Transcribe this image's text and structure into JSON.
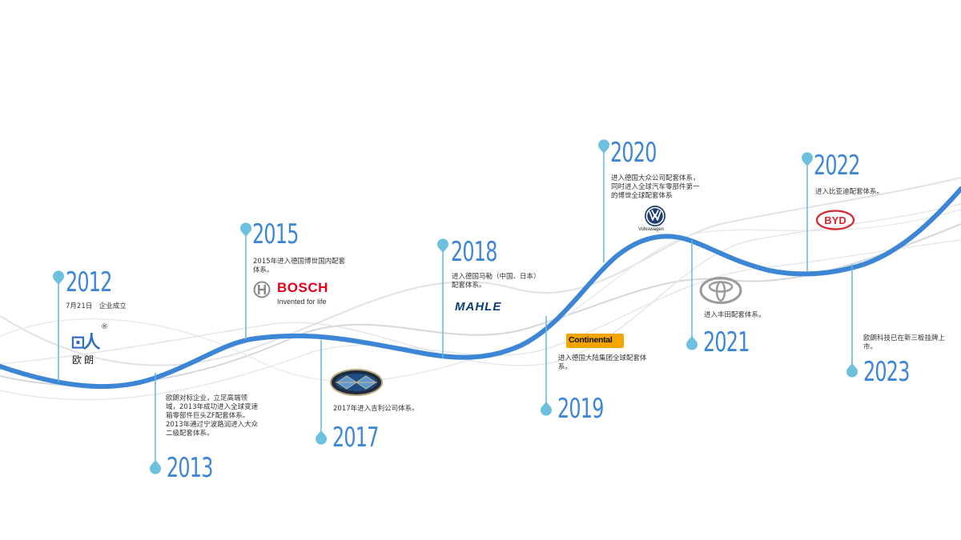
{
  "colors": {
    "timeline_blue": "#3d86d6",
    "stem_blue": "#67b6d8",
    "pin_blue": "#6ec0df",
    "wave_gray": "#d4d8dc",
    "year_blue": "#3d86d6",
    "text": "#333333"
  },
  "milestones": [
    {
      "year": "2012",
      "text": "7月21日　企业成立",
      "logo": "oulang-logo"
    },
    {
      "year": "2013",
      "text": "欧朗对标企业，立足高端领域，2013年成功进入全球变速箱零部件巨头ZF配套体系。2013年通过宁波路润进入大众二级配套体系。"
    },
    {
      "year": "2015",
      "text": "2015年进入德国博世国内配套体系。",
      "logo": "bosch-logo"
    },
    {
      "year": "2017",
      "text": "2017年进入吉利公司体系。",
      "logo": "geely-logo"
    },
    {
      "year": "2018",
      "text": "进入德国马勒（中国、日本）配套体系。",
      "logo": "mahle-logo"
    },
    {
      "year": "2019",
      "text": "进入德国大陆集团全球配套体系。",
      "logo": "continental-logo"
    },
    {
      "year": "2020",
      "text": "进入德国大众公司配套体系，同时进入全球汽车零部件第一的博世全球配套体系",
      "logo": "volkswagen-logo"
    },
    {
      "year": "2021",
      "text": "进入丰田配套体系。",
      "logo": "toyota-logo"
    },
    {
      "year": "2022",
      "text": "进入比亚迪配套体系。",
      "logo": "byd-logo"
    },
    {
      "year": "2023",
      "text": "欧朗科技已在新三板挂牌上市。"
    }
  ],
  "logos": {
    "oulang": {
      "mark": "⊡人",
      "registered": "®",
      "name": "欧朗"
    },
    "bosch": {
      "name": "BOSCH",
      "tagline": "Invented for life"
    },
    "mahle": {
      "name": "MAHLE"
    },
    "continental": {
      "name": "Continental"
    },
    "volkswagen": {
      "name": "Volkswagen"
    },
    "byd": {
      "name": "BYD"
    }
  }
}
